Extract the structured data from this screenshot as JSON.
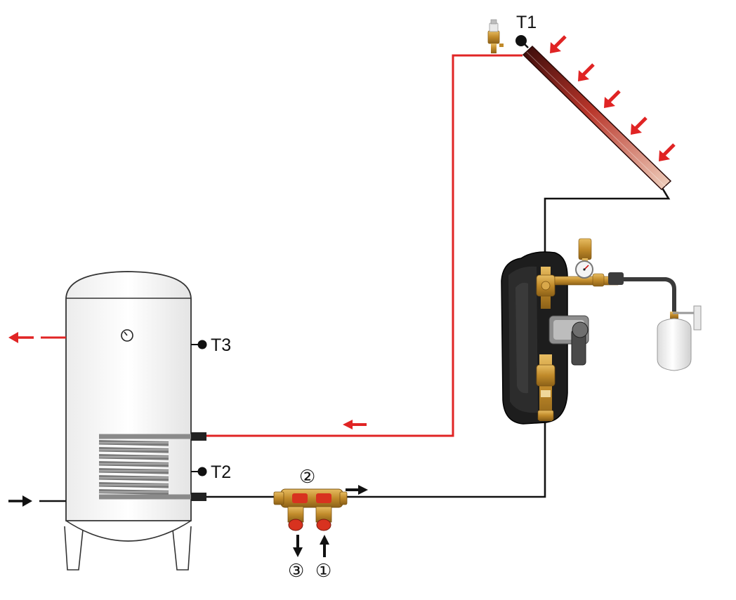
{
  "labels": {
    "t1": "T1",
    "t2": "T2",
    "t3": "T3",
    "n1": "①",
    "n2": "②",
    "n3": "③"
  },
  "colors": {
    "hot_pipe": "#e02424",
    "cold_pipe": "#111111",
    "arrow_red": "#e02424",
    "arrow_black": "#111111",
    "brass": "#c9952f",
    "valve_red": "#d8321f",
    "tank_outline": "#333333",
    "coil": "#9a9a9a",
    "insulation": "#1b1b1b"
  },
  "icons": {
    "tank_gauge": "gauge-icon",
    "air_vent": "air-vent-icon",
    "pump": "pump-icon",
    "pressure_gauge": "pressure-gauge-icon",
    "expansion_vessel": "expansion-vessel-icon",
    "mixing_valve": "mixing-valve-icon"
  }
}
